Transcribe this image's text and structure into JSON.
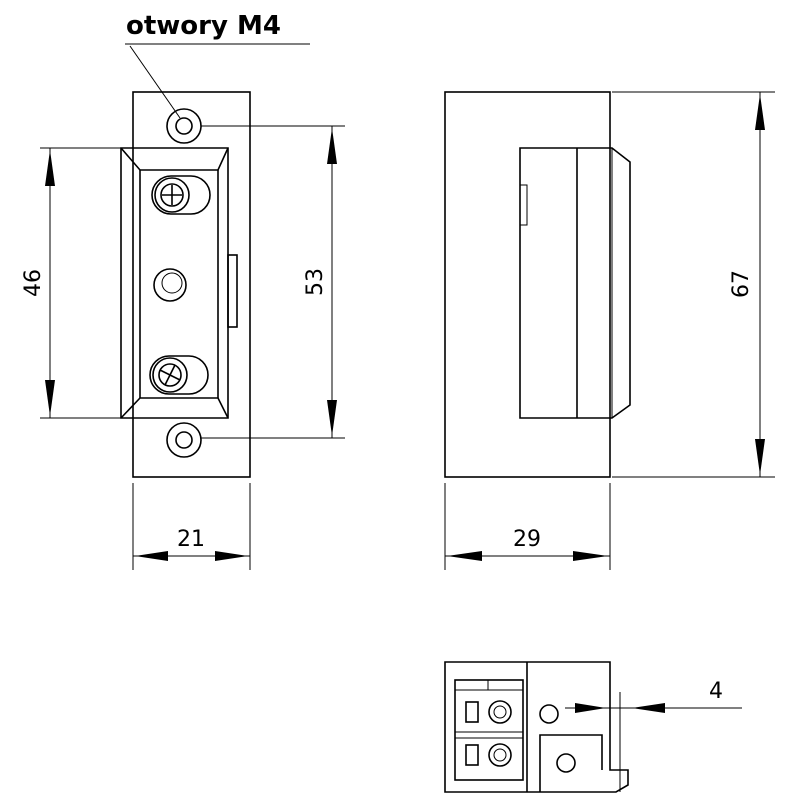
{
  "drawing": {
    "holes_label": "otwory M4",
    "dimensions": {
      "front_height_inner": "46",
      "front_hole_spacing": "53",
      "front_width": "21",
      "side_width": "29",
      "side_height": "67",
      "bottom_offset": "4"
    }
  }
}
